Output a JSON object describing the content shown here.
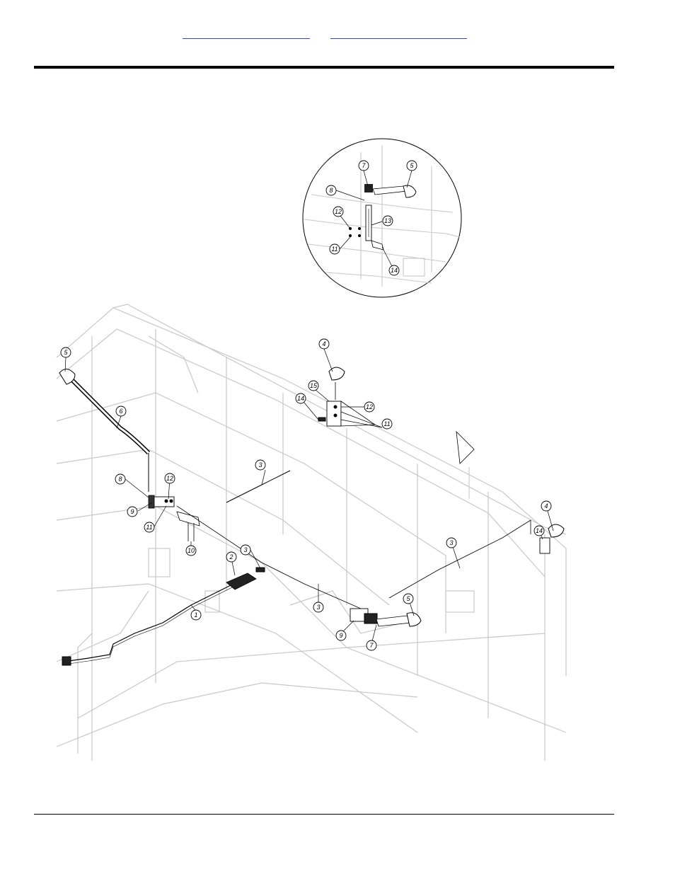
{
  "header": {
    "links": [
      {
        "label": ""
      },
      {
        "label": ""
      }
    ]
  },
  "diagram": {
    "callouts": [
      "1",
      "2",
      "3",
      "3",
      "3",
      "3",
      "4",
      "4",
      "5",
      "5",
      "5",
      "6",
      "7",
      "7",
      "8",
      "8",
      "9",
      "9",
      "10",
      "11",
      "11",
      "11",
      "12",
      "12",
      "12",
      "13",
      "14",
      "14",
      "14",
      "15"
    ]
  },
  "colors": {
    "line": "#000000",
    "frame": "#c8c8c8",
    "link": "#2b45d8"
  }
}
